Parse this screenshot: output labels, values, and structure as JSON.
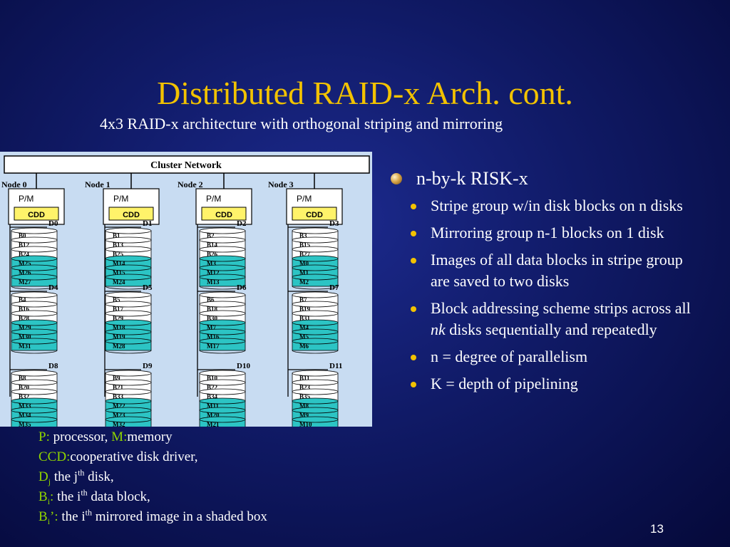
{
  "slide": {
    "title": "Distributed RAID-x Arch. cont.",
    "subtitle": "4x3 RAID-x architecture with orthogonal striping and mirroring",
    "page_number": "13"
  },
  "diagram": {
    "network_label": "Cluster Network",
    "nodes": [
      {
        "label": "Node 0",
        "pm": "P/M",
        "cdd": "CDD"
      },
      {
        "label": "Node 1",
        "pm": "P/M",
        "cdd": "CDD"
      },
      {
        "label": "Node 2",
        "pm": "P/M",
        "cdd": "CDD"
      },
      {
        "label": "Node 3",
        "pm": "P/M",
        "cdd": "CDD"
      }
    ],
    "disks": [
      {
        "label": "D0",
        "blocks": [
          "B0",
          "B12",
          "B24"
        ],
        "mirrors": [
          "M25",
          "M26",
          "M27"
        ]
      },
      {
        "label": "D1",
        "blocks": [
          "B1",
          "B13",
          "B25"
        ],
        "mirrors": [
          "M14",
          "M15",
          "M24"
        ]
      },
      {
        "label": "D2",
        "blocks": [
          "B2",
          "B14",
          "B26"
        ],
        "mirrors": [
          "M3",
          "M12",
          "M13"
        ]
      },
      {
        "label": "D3",
        "blocks": [
          "B3",
          "B15",
          "B27"
        ],
        "mirrors": [
          "M0",
          "M1",
          "M2"
        ]
      },
      {
        "label": "D4",
        "blocks": [
          "B4",
          "B16",
          "B28"
        ],
        "mirrors": [
          "M29",
          "M30",
          "M31"
        ]
      },
      {
        "label": "D5",
        "blocks": [
          "B5",
          "B17",
          "B29"
        ],
        "mirrors": [
          "M18",
          "M19",
          "M28"
        ]
      },
      {
        "label": "D6",
        "blocks": [
          "B6",
          "B18",
          "B30"
        ],
        "mirrors": [
          "M7",
          "M16",
          "M17"
        ]
      },
      {
        "label": "D7",
        "blocks": [
          "B7",
          "B19",
          "B31"
        ],
        "mirrors": [
          "M4",
          "M5",
          "M6"
        ]
      },
      {
        "label": "D8",
        "blocks": [
          "B8",
          "B20",
          "B32"
        ],
        "mirrors": [
          "M33",
          "M34",
          "M35"
        ]
      },
      {
        "label": "D9",
        "blocks": [
          "B9",
          "B21",
          "B33"
        ],
        "mirrors": [
          "M22",
          "M23",
          "M32"
        ]
      },
      {
        "label": "D10",
        "blocks": [
          "B10",
          "B22",
          "B34"
        ],
        "mirrors": [
          "M11",
          "M20",
          "M21"
        ]
      },
      {
        "label": "D11",
        "blocks": [
          "B11",
          "B23",
          "B35"
        ],
        "mirrors": [
          "M8",
          "M9",
          "M10"
        ]
      }
    ]
  },
  "legend": {
    "p_key": "P:",
    "p_text": " processor, ",
    "m_key": "M:",
    "m_text": "memory",
    "ccd_key": "CCD:",
    "ccd_text": "cooperative disk driver,",
    "dj_key": "D",
    "dj_sub": "j",
    "dj_text1": " the j",
    "dj_sup": "th",
    "dj_text2": " disk,",
    "bi_key": "B",
    "bi_sub": "i",
    "bi_colon": ":",
    "bi_text1": " the i",
    "bi_sup": "th",
    "bi_text2": " data block,",
    "bim_key": "B",
    "bim_sub": "i",
    "bim_prime": "’:",
    "bim_text1": " the i",
    "bim_sup": "th",
    "bim_text2": " mirrored image in a shaded box"
  },
  "bullets": {
    "main": "n-by-k RISK-x",
    "items": [
      "Stripe group w/in disk blocks on n disks",
      "Mirroring group n-1 blocks on 1 disk",
      "Images of all data blocks in stripe group are saved to two disks",
      "n = degree of parallelism",
      "K = depth of pipelining"
    ],
    "addressing": {
      "pre": "Block addressing scheme strips across all ",
      "em": "nk",
      "post": " disks sequentially and repeatedly"
    }
  },
  "colors": {
    "title": "#f2c200",
    "legend_key": "#8fd400",
    "disk_data": "#ffffff",
    "disk_mirror": "#2cc4c4",
    "figure_bg": "#c8dcf2"
  }
}
